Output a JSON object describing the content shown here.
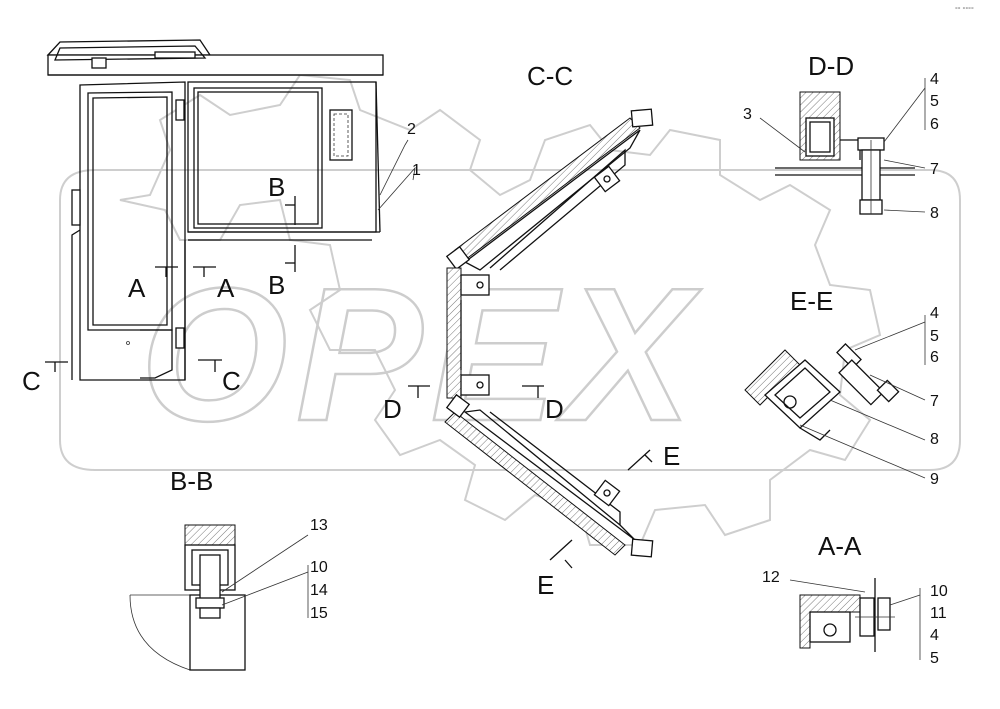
{
  "sections": {
    "cc": "C-C",
    "dd": "D-D",
    "ee": "E-E",
    "bb": "B-B",
    "aa": "A-A"
  },
  "markers": {
    "a": "A",
    "b": "B",
    "c": "C",
    "d": "D",
    "e": "E"
  },
  "callouts": {
    "n1": "1",
    "n2": "2",
    "n3": "3",
    "n4": "4",
    "n5": "5",
    "n6": "6",
    "n7": "7",
    "n8": "8",
    "n9": "9",
    "n10": "10",
    "n11": "11",
    "n12": "12",
    "n13": "13",
    "n14": "14",
    "n15": "15"
  },
  "watermark": "OPEX",
  "corner_mark": "°° °°°°"
}
